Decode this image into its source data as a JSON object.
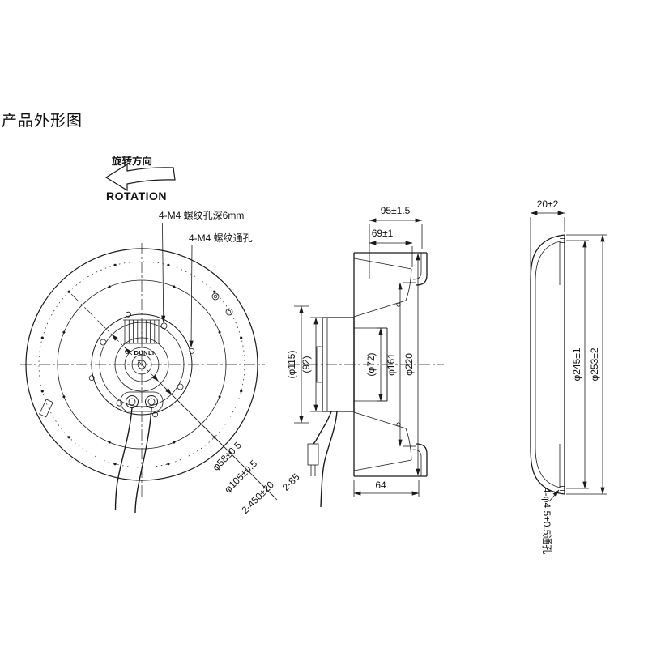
{
  "title": "产品外形图",
  "rotation": {
    "cn": "旋转方向",
    "en": "ROTATION"
  },
  "front_view": {
    "label_tapped": "4-M4 螺纹孔深6mm",
    "label_through": "4-M4 螺纹通孔",
    "logo": "DUNLI",
    "dims": {
      "d58": "φ58±0.5",
      "d105": "φ105±0.5",
      "cable_length": "2-450±20",
      "strip_length": "2-85"
    }
  },
  "section_view": {
    "dims": {
      "depth_total": "95±1.5",
      "depth_impeller": "69±1",
      "d115": "(φ115)",
      "d92": "(92)",
      "d72": "(φ72)",
      "d161": "φ161",
      "d220": "φ220",
      "width_64": "64"
    }
  },
  "inlet_view": {
    "dims": {
      "t20": "20±2",
      "d245": "φ245±1",
      "d253": "φ253±2",
      "holes": "4-φ4.5±0.5通孔"
    }
  }
}
